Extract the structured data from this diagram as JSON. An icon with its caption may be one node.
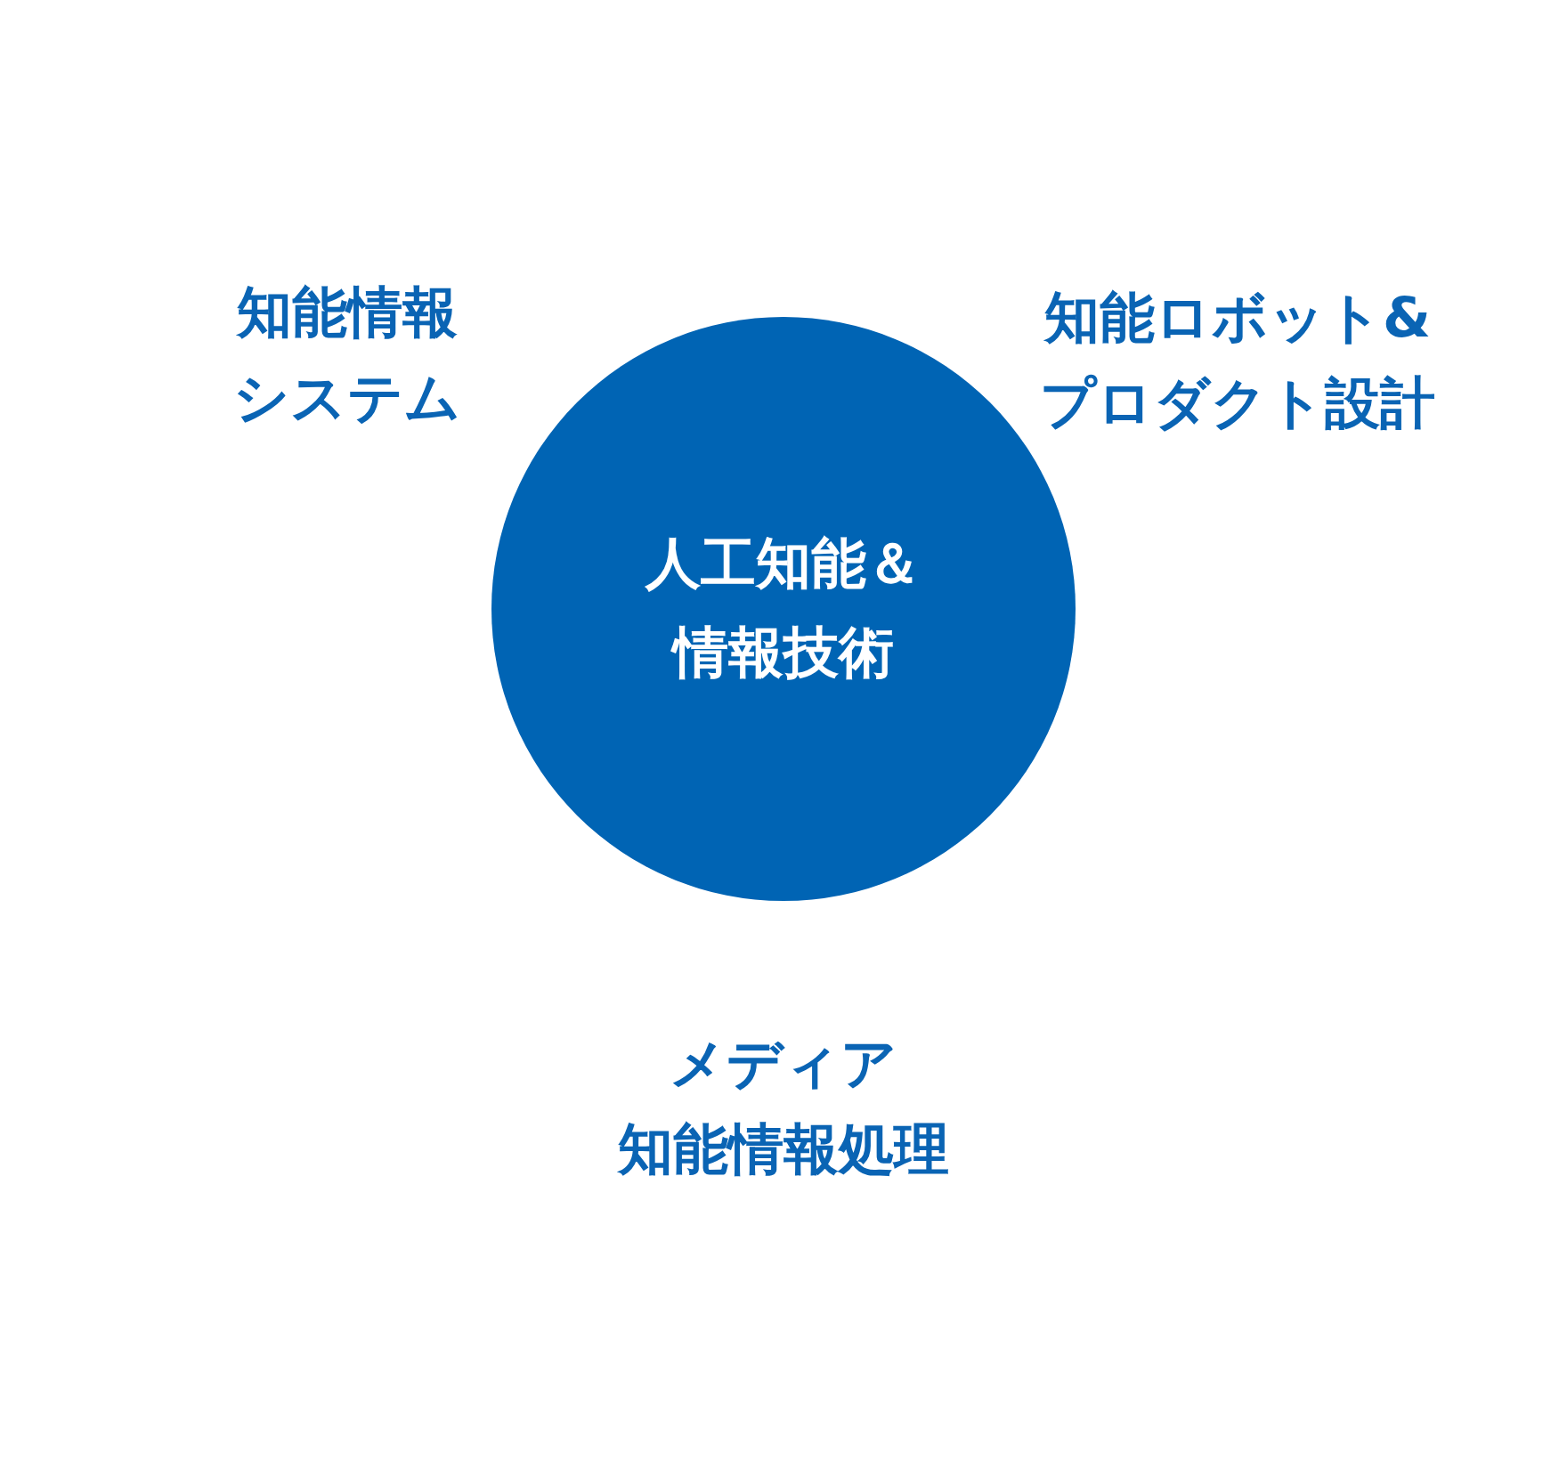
{
  "diagram": {
    "nodes": [
      {
        "text": [
          "人工知能＆情報技術"
        ]
      }
    ],
    "labels": [
      "知能情報システム",
      "知能ロボット&プロダクト設計",
      "メディア知能情報処理"
    ]
  }
}
